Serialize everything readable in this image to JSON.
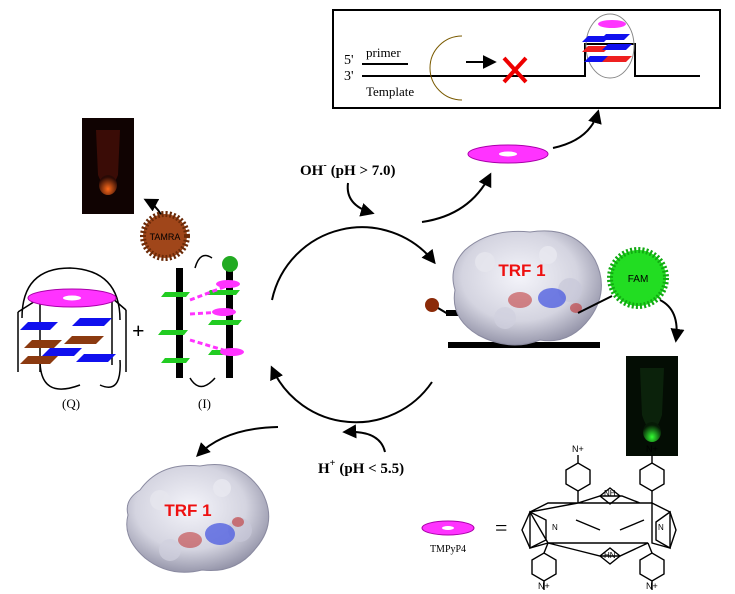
{
  "primer_label": "primer",
  "template_label": "Template",
  "five_prime": "5'",
  "three_prime": "3'",
  "oh_label": "OH",
  "oh_sup": "-",
  "oh_condition": "(pH > 7.0)",
  "h_label": "H",
  "h_sup": "+",
  "h_condition": "(pH < 5.5)",
  "protein_label_right": "TRF 1",
  "protein_label_left": "TRF 1",
  "tamra_label": "TAMRA",
  "fam_label": "FAM",
  "q_label": "(Q)",
  "i_label": "(I)",
  "plus_sign": "+",
  "tmpyp4_label": "TMPyP4",
  "equals_sign": "=",
  "n_atom": "N",
  "nh_atom": "NH",
  "hn_atom": "HN",
  "n_plus": "N+",
  "colors": {
    "magenta": "#ff33ff",
    "blue": "#1010ee",
    "brown": "#8b3a10",
    "green": "#22cc22",
    "red": "#ee0000",
    "gold": "#d8b000",
    "tamra": "#a0461a",
    "fam": "#22dd22"
  },
  "icons": [
    "polymerase-icon",
    "stop-cross-icon",
    "tube-icon",
    "protein-surface-icon",
    "porphyrin-structure-icon"
  ]
}
